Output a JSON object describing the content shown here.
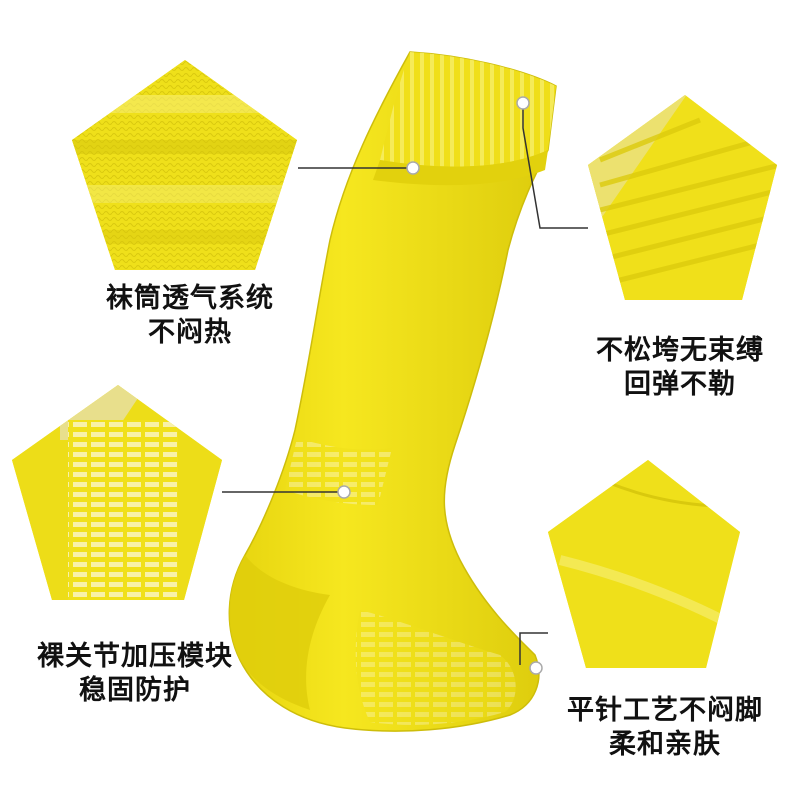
{
  "colors": {
    "sock_yellow": "#f2e21a",
    "sock_shadow": "#d8c80e",
    "rib_white": "#f7f3c6",
    "callout_line": "#333333",
    "background": "#ffffff"
  },
  "product": "knee-high yellow football sock",
  "callouts": [
    {
      "id": "calf-breathable",
      "line1": "袜筒透气系统",
      "line2": "不闷热"
    },
    {
      "id": "cuff-elastic",
      "line1": "不松垮无束缚",
      "line2": "回弹不勒"
    },
    {
      "id": "ankle-compression",
      "line1": "裸关节加压模块",
      "line2": "稳固防护"
    },
    {
      "id": "toe-flat-stitch",
      "line1": "平针工艺不闷脚",
      "line2": "柔和亲肤"
    }
  ]
}
